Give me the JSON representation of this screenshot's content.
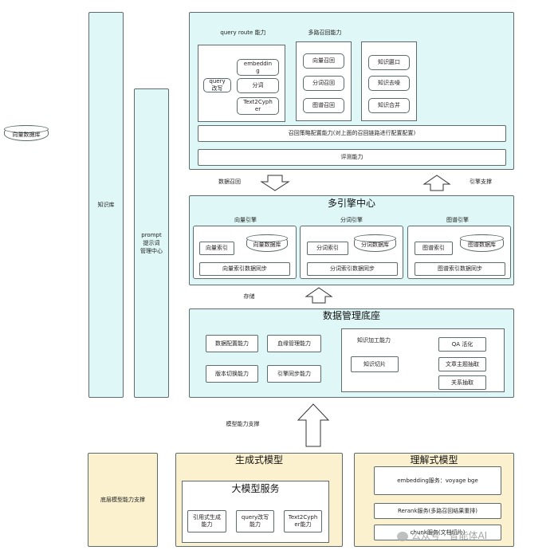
{
  "left": {
    "vector_db": "向量数据库",
    "knowledge_base": "知识库",
    "prompt_center": "prompt\n提示词\n管理中心"
  },
  "top_panel": {
    "query_route_label": "query route 能力",
    "multi_recall_label": "多路召回能力",
    "query_rewrite": "query\n改写",
    "embedding": "embeddin\ng",
    "segmentation": "分词",
    "text2cypher": "Text2Cyph\ner",
    "vector_recall": "向量召回",
    "seg_recall": "分词召回",
    "graph_recall": "图谱召回",
    "kb_gate": "知识匾口",
    "kb_dedup": "知识去噪",
    "kb_merge": "知识合并",
    "strategy_bar": "召回策略配置能力(对上面的召回链路进行配置配置)",
    "eval_bar": "评测能力"
  },
  "arrows": {
    "data_recall": "数据召回",
    "engine_support": "引擎支撑",
    "storage": "存储",
    "model_support": "模型能力支撑"
  },
  "engine_center": {
    "title": "多引擎中心",
    "engines": [
      {
        "label": "向量引擎",
        "index": "向量索引",
        "db": "向量数据库",
        "sync": "向量索引数据同步"
      },
      {
        "label": "分词引擎",
        "index": "分词索引",
        "db": "分词数据库",
        "sync": "分词索引数据同步"
      },
      {
        "label": "图谱引擎",
        "index": "图谱索引",
        "db": "图谱数据库",
        "sync": "图谱索引数据同步"
      }
    ]
  },
  "data_mgmt": {
    "title": "数据管理底座",
    "caps": [
      "数据配置能力",
      "血缘管理能力",
      "版本切换能力",
      "引擎同步能力"
    ],
    "processing_label": "知识加工能力",
    "slicing": "知识切片",
    "outputs": [
      "QA 活化",
      "文章主题抽取",
      "关系抽取"
    ]
  },
  "bottom": {
    "base_support": "底层模型能力支撑",
    "gen_title": "生成式模型",
    "llm_service_title": "大模型服务",
    "llm_items": [
      "引用式生成\n能力",
      "query改写\n能力",
      "Text2Cyph\ner能力"
    ],
    "und_title": "理解式模型",
    "embedding_service": "embedding服务：voyage bge",
    "rerank_service": "Rerank服务(多路召回结果重排)",
    "chunk_service": "chunk服务(文档切片)"
  },
  "watermark": "公众号 · 智能体AI"
}
